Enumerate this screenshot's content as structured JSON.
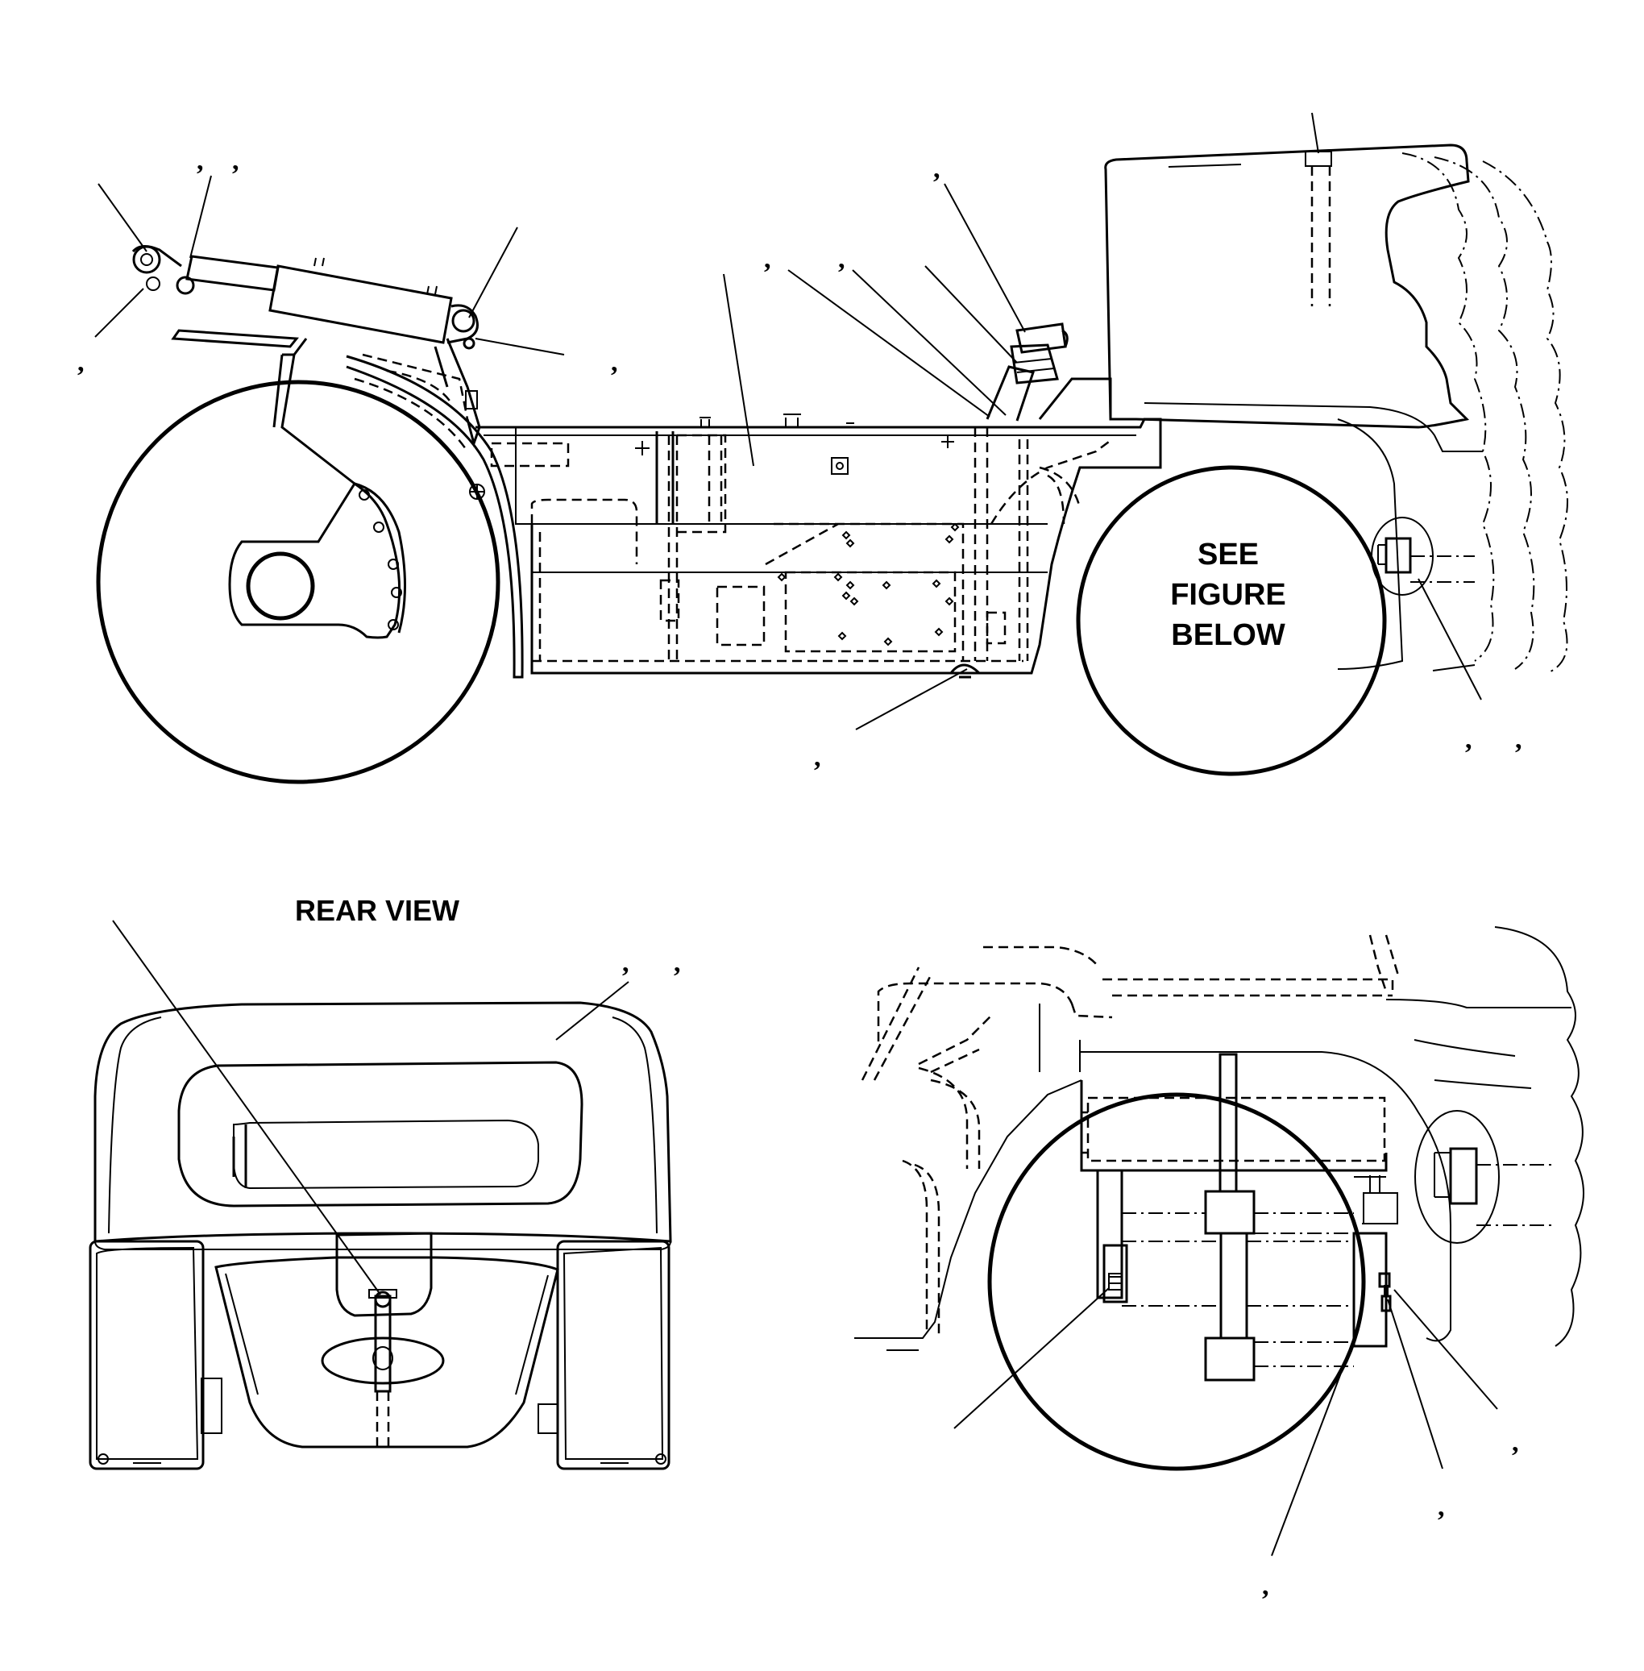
{
  "labels": {
    "callout": "SEE\nFIGURE\nBELOW",
    "callout_lines": [
      "SEE",
      "FIGURE",
      "BELOW"
    ],
    "rear_view": "REAR VIEW"
  },
  "reference_marks": [
    ",",
    ",",
    ",",
    ",",
    ",",
    ",",
    ",",
    ",",
    ",",
    ",",
    ",",
    ",",
    ",",
    ",",
    ",",
    ",",
    ",",
    ","
  ]
}
